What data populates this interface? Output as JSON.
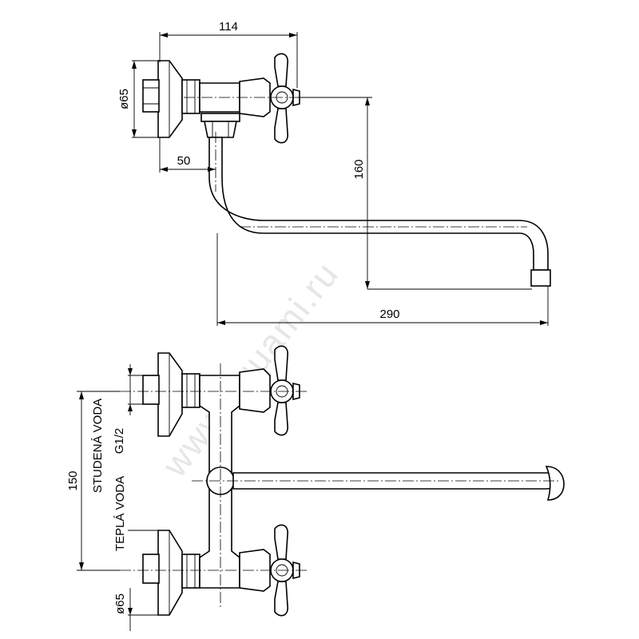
{
  "watermark": "www.aquami.ru",
  "top_view": {
    "dim_width_top": "114",
    "dim_flange_diameter": "ø65",
    "dim_offset": "50",
    "dim_height": "160",
    "dim_spout_length": "290"
  },
  "front_view": {
    "label_cold_water": "STUDENÁ VODA",
    "label_thread": "G1/2",
    "label_hot_water": "TEPLÁ VODA",
    "dim_center_distance": "150",
    "dim_flange_diameter": "ø65"
  }
}
